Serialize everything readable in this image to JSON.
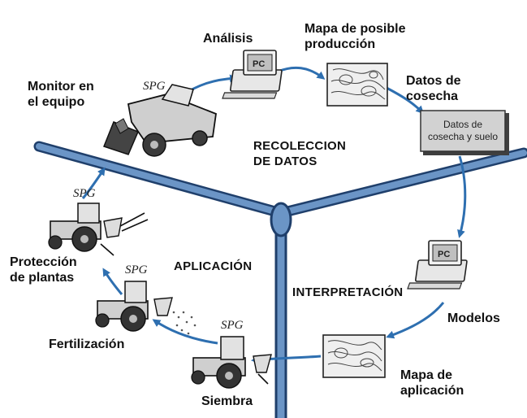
{
  "sections": {
    "recoleccion": "RECOLECCION\nDE DATOS",
    "aplicacion": "APLICACIÓN",
    "interpretacion": "INTERPRETACIÓN"
  },
  "labels": {
    "monitor": "Monitor en\nel equipo",
    "analisis": "Análisis",
    "mapa_produccion": "Mapa de posible\nproducción",
    "datos_cosecha": "Datos de\ncosecha",
    "modelos": "Modelos",
    "mapa_aplicacion": "Mapa de\naplicación",
    "siembra": "Siembra",
    "fertilizacion": "Fertilización",
    "proteccion": "Protección\nde  plantas"
  },
  "box": {
    "text": "Datos de\ncosecha y suelo"
  },
  "icons": {
    "gps_tag": "SPG",
    "pc_screen": "PC"
  },
  "colors": {
    "axis": "#5b86b8",
    "axis_dark": "#1f3f6b",
    "arrow": "#2e6fb0"
  }
}
